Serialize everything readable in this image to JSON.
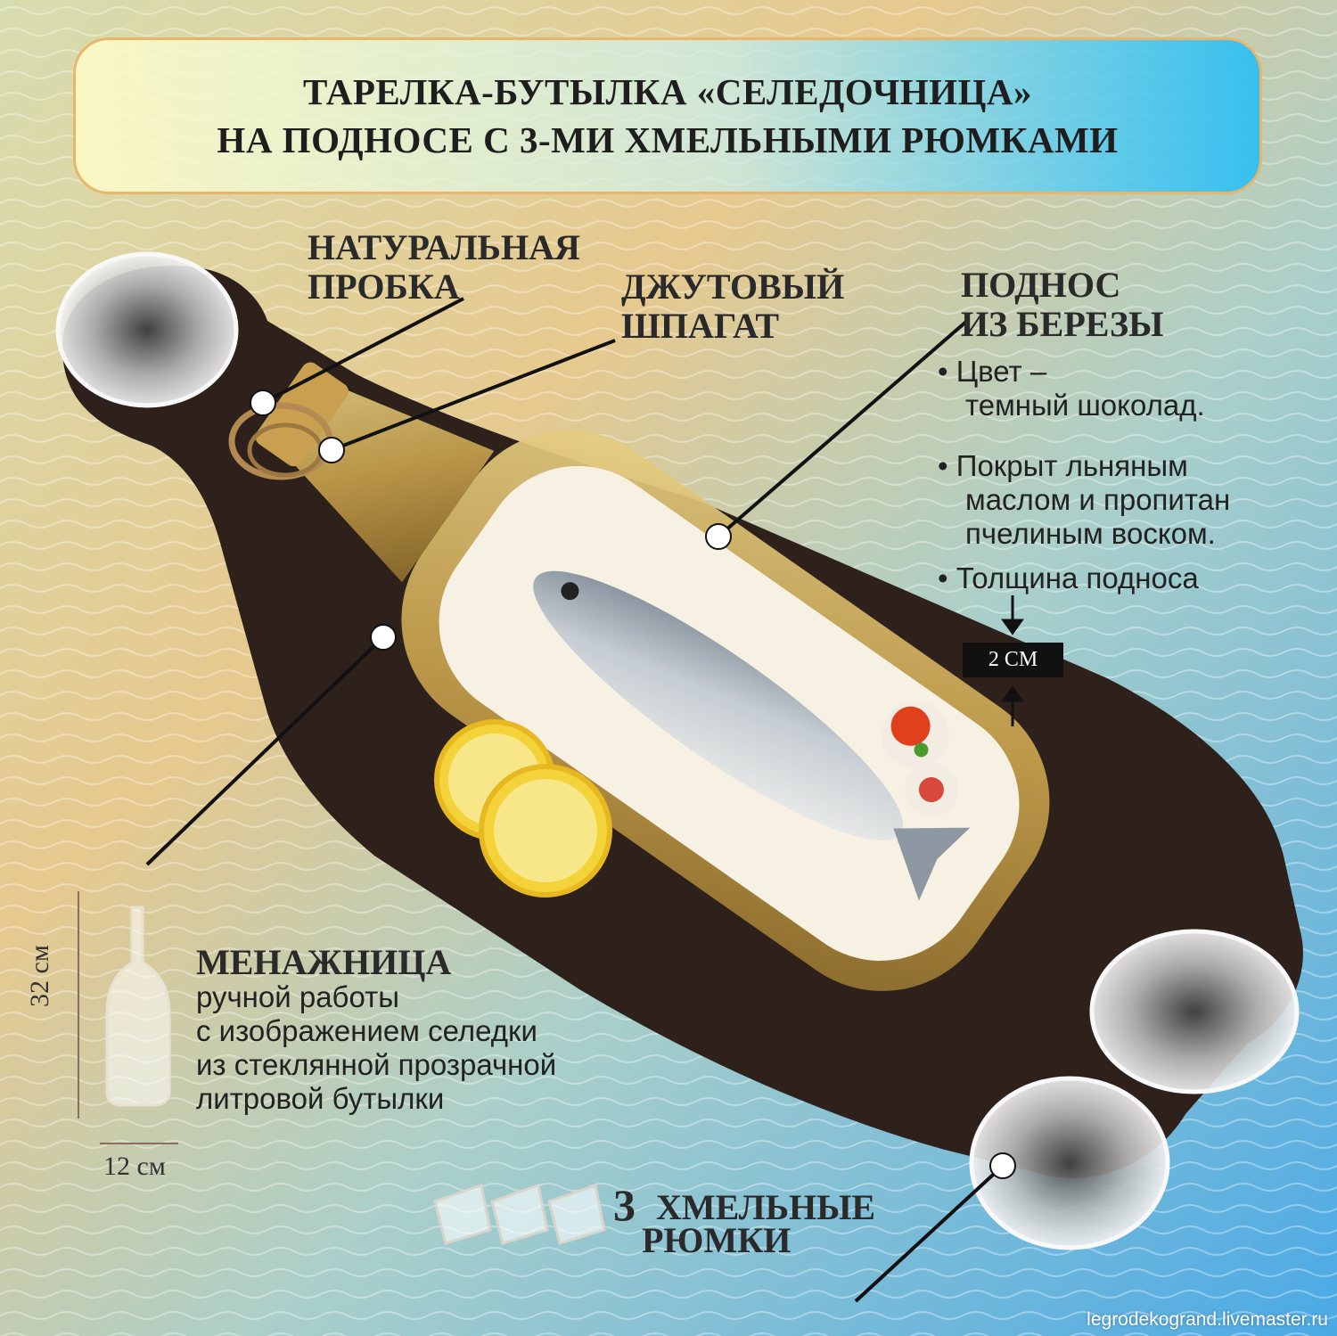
{
  "title": {
    "line1": "ТАРЕЛКА-БУТЫЛКА «СЕЛЕДОЧНИЦА»",
    "line2": "НА ПОДНОСЕ С 3-МИ ХМЕЛЬНЫМИ РЮМКАМИ"
  },
  "labels": {
    "cork_line1": "НАТУРАЛЬНАЯ",
    "cork_line2": "ПРОБКА",
    "twine_line1": "ДЖУТОВЫЙ",
    "twine_line2": "ШПАГАТ",
    "tray_line1": "ПОДНОС",
    "tray_line2": "ИЗ БЕРЕЗЫ"
  },
  "tray_features": {
    "color_line1": "• Цвет –",
    "color_line2": "темный шоколад.",
    "oil_line1": "• Покрыт льняным",
    "oil_line2": "маслом и пропитан",
    "oil_line3": "пчелиным воском.",
    "thickness": "• Толщина подноса",
    "thickness_value": "2 СМ"
  },
  "dish": {
    "title": "МЕНАЖНИЦА",
    "line1": "ручной работы",
    "line2": "с изображением селедки",
    "line3": "из стеклянной прозрачной",
    "line4": "литровой бутылки",
    "height": "32 см",
    "width": "12 см"
  },
  "glasses": {
    "count": "3",
    "line1": "ХМЕЛЬНЫЕ",
    "line2": "РЮМКИ"
  },
  "website": "legrodekogrand.livemaster.ru",
  "colors": {
    "tray": "#2e211b",
    "glass": "#c9a752",
    "title_border": "#e9b46b",
    "lemon": "#f4d23a"
  }
}
